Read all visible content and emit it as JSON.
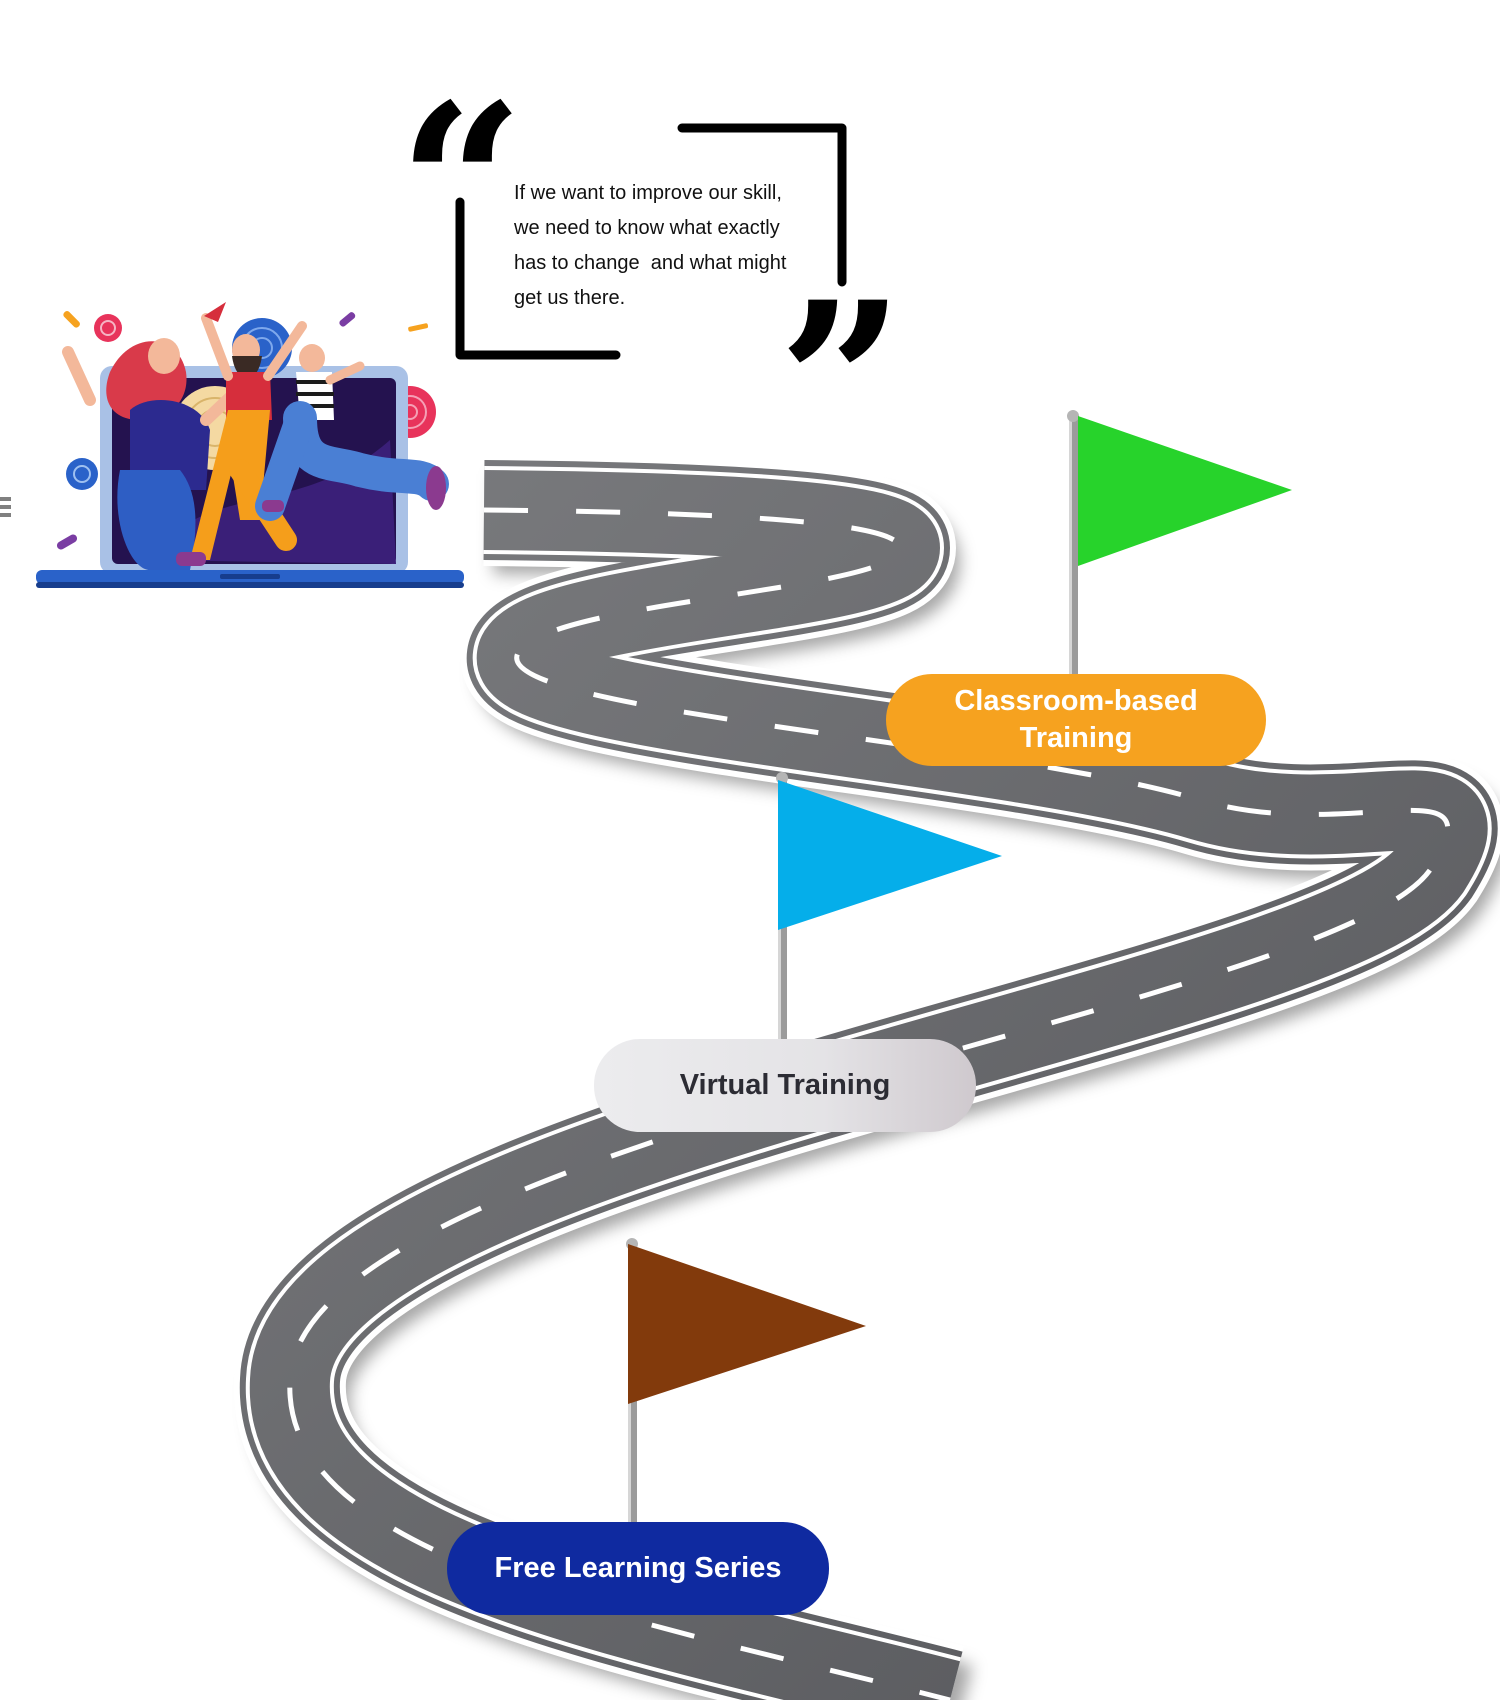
{
  "quote": {
    "lines": [
      "If we want to improve our skill,",
      "we need to know what exactly",
      "has to change  and what might",
      "get us there."
    ],
    "open_mark": "“",
    "close_mark": "”"
  },
  "milestones": [
    {
      "label_lines": [
        "Free Learning Series"
      ],
      "pill_color": "#0f2aa0",
      "text_color": "#ffffff",
      "flag_color": "#823a0c"
    },
    {
      "label_lines": [
        "Virtual Training"
      ],
      "pill_color": "#e6e5e8",
      "text_color": "#2c2c34",
      "flag_color": "#05aeea"
    },
    {
      "label_lines": [
        "Classroom-based",
        "Training"
      ],
      "pill_color": "#f6a21f",
      "text_color": "#ffffff",
      "flag_color": "#27d32b"
    }
  ],
  "illustration": {
    "icon": "celebrating-people-laptop-icon"
  },
  "colors": {
    "road": "#5f6063",
    "road_edge": "#ffffff",
    "background": "#ffffff"
  }
}
